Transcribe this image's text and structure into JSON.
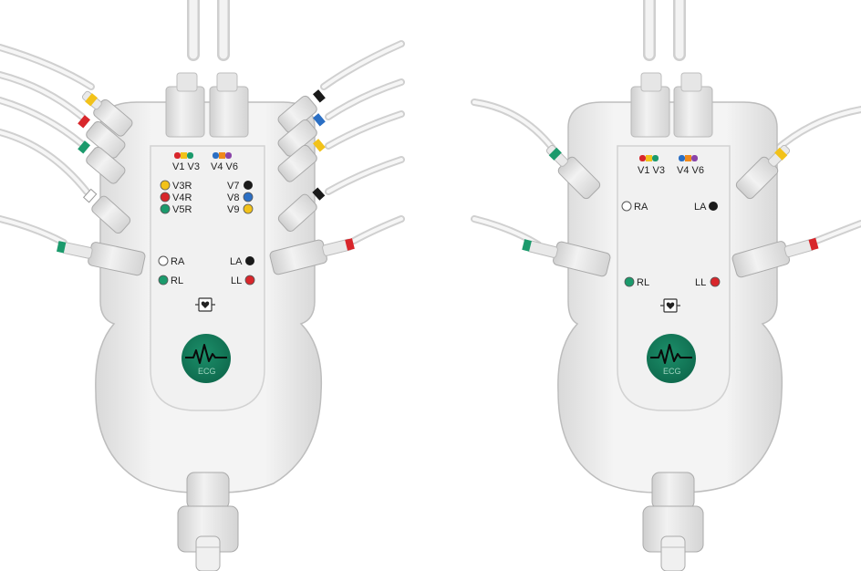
{
  "colors": {
    "yellow": "#f2c21a",
    "red": "#d8262b",
    "green": "#1b9a6c",
    "black": "#1a1a1a",
    "blue": "#2b6fc4",
    "white": "#ffffff",
    "purple": "#8a44a8",
    "orange": "#f08a1c",
    "logo": "#137a5a",
    "body": "#ececec"
  },
  "left_device": {
    "connector_left": "V1 V3",
    "connector_right": "V4 V6",
    "labels": {
      "v3r": "V3R",
      "v4r": "V4R",
      "v5r": "V5R",
      "v7": "V7",
      "v8": "V8",
      "v9": "V9",
      "ra": "RA",
      "rl": "RL",
      "la": "LA",
      "ll": "LL"
    },
    "logo_text": "ECG",
    "heart_icon": "heart-box-icon"
  },
  "right_device": {
    "connector_left": "V1 V3",
    "connector_right": "V4 V6",
    "labels": {
      "ra": "RA",
      "rl": "RL",
      "la": "LA",
      "ll": "LL"
    },
    "logo_text": "ECG",
    "heart_icon": "heart-box-icon"
  }
}
